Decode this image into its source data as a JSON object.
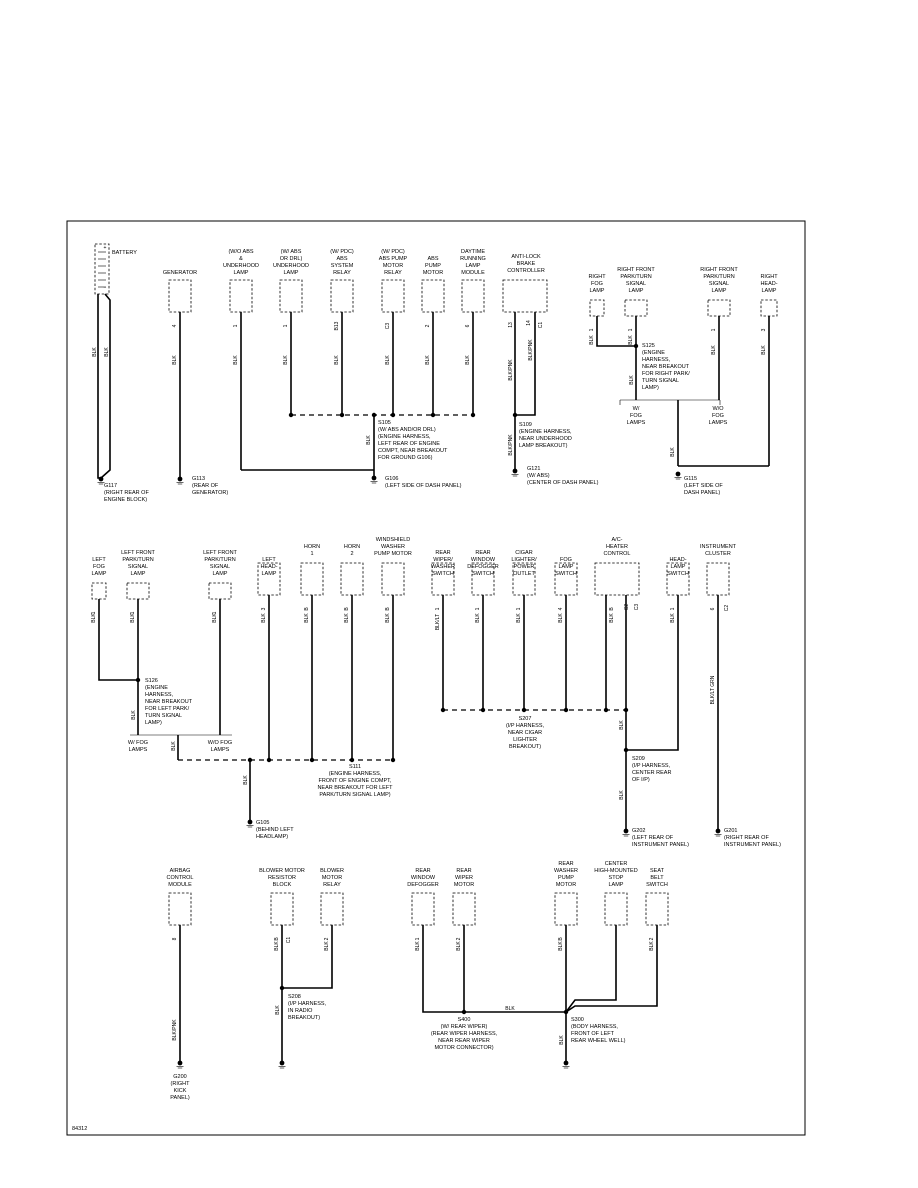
{
  "figure_id": "84312",
  "components": [
    {
      "id": "battery",
      "lines": [
        "BATTERY"
      ],
      "pin": "",
      "extra": "",
      "wire": "BLK"
    },
    {
      "id": "generator",
      "lines": [
        "GENERATOR"
      ],
      "pin": "4",
      "extra": "",
      "wire": "BLK"
    },
    {
      "id": "wo-abs-underhood",
      "lines": [
        "(W/O ABS",
        "&",
        "UNDERHOOD",
        "LAMP"
      ],
      "pin": "1",
      "extra": "",
      "wire": "BLK"
    },
    {
      "id": "w-abs-drl-underhood",
      "lines": [
        "(W/ ABS",
        "OR DRL)",
        "UNDERHOOD",
        "LAMP"
      ],
      "pin": "1",
      "extra": "",
      "wire": "BLK"
    },
    {
      "id": "abs-system-relay",
      "lines": [
        "(W/ PDC)",
        "ABS",
        "SYSTEM",
        "RELAY"
      ],
      "pin": "B13",
      "extra": "",
      "wire": "BLK"
    },
    {
      "id": "abs-pump-motor-relay",
      "lines": [
        "(W/ PDC)",
        "ABS PUMP",
        "MOTOR",
        "RELAY"
      ],
      "pin": "C3",
      "extra": "",
      "wire": "BLK"
    },
    {
      "id": "abs-pump-motor",
      "lines": [
        "ABS",
        "PUMP",
        "MOTOR"
      ],
      "pin": "2",
      "extra": "",
      "wire": "BLK"
    },
    {
      "id": "drl-module",
      "lines": [
        "DAYTIME",
        "RUNNING",
        "LAMP",
        "MODULE"
      ],
      "pin": "6",
      "extra": "",
      "wire": "BLK"
    },
    {
      "id": "anti-lock-brake-controller",
      "lines": [
        "ANTI-LOCK",
        "BRAKE",
        "CONTROLLER"
      ],
      "pin": "13",
      "extra": "14",
      "wire": "BLK/PNK",
      "extra_pin": "C1"
    },
    {
      "id": "right-fog-lamp",
      "lines": [
        "RIGHT",
        "FOG",
        "LAMP"
      ],
      "pin": "1",
      "extra": "",
      "wire": "BLK"
    },
    {
      "id": "right-front-park-turn-1",
      "lines": [
        "RIGHT FRONT",
        "PARK/TURN",
        "SIGNAL",
        "LAMP"
      ],
      "pin": "1",
      "extra": "",
      "wire": "BLK"
    },
    {
      "id": "right-front-park-turn-2",
      "lines": [
        "RIGHT FRONT",
        "PARK/TURN",
        "SIGNAL",
        "LAMP"
      ],
      "pin": "1",
      "extra": "",
      "wire": "BLK"
    },
    {
      "id": "right-headlamp",
      "lines": [
        "RIGHT",
        "HEAD-",
        "LAMP"
      ],
      "pin": "3",
      "extra": "",
      "wire": "BLK"
    },
    {
      "id": "left-fog-lamp",
      "lines": [
        "LEFT",
        "FOG",
        "LAMP"
      ],
      "pin": "1",
      "extra": "",
      "wire": "BLK"
    },
    {
      "id": "left-front-park-turn-1",
      "lines": [
        "LEFT FRONT",
        "PARK/TURN",
        "SIGNAL",
        "LAMP"
      ],
      "pin": "1",
      "extra": "",
      "wire": "BLK"
    },
    {
      "id": "left-front-park-turn-2",
      "lines": [
        "LEFT FRONT",
        "PARK/TURN",
        "SIGNAL",
        "LAMP"
      ],
      "pin": "1",
      "extra": "",
      "wire": "BLK"
    },
    {
      "id": "left-headlamp",
      "lines": [
        "LEFT",
        "HEAD-",
        "LAMP"
      ],
      "pin": "3",
      "extra": "",
      "wire": "BLK"
    },
    {
      "id": "horn-1",
      "lines": [
        "HORN",
        "1"
      ],
      "pin": "B",
      "extra": "",
      "wire": "BLK"
    },
    {
      "id": "horn-2",
      "lines": [
        "HORN",
        "2"
      ],
      "pin": "B",
      "extra": "",
      "wire": "BLK"
    },
    {
      "id": "washer-pump-motor",
      "lines": [
        "WINDSHIELD",
        "WASHER",
        "PUMP MOTOR"
      ],
      "pin": "B",
      "extra": "",
      "wire": "BLK"
    },
    {
      "id": "rear-wiper-washer-switch",
      "lines": [
        "REAR",
        "WIPER/",
        "WASHER",
        "SWITCH"
      ],
      "pin": "1",
      "extra": "",
      "wire": "BLK/LT"
    },
    {
      "id": "rear-window-defogger-switch",
      "lines": [
        "REAR",
        "WINDOW",
        "DEFOGGER",
        "SWITCH"
      ],
      "pin": "1",
      "extra": "",
      "wire": "BLK"
    },
    {
      "id": "cigar-lighter",
      "lines": [
        "CIGAR",
        "LIGHTER/",
        "POWER",
        "OUTLET"
      ],
      "pin": "1",
      "extra": "",
      "wire": "BLK"
    },
    {
      "id": "fog-lamp-switch",
      "lines": [
        "FOG",
        "LAMP",
        "SWITCH"
      ],
      "pin": "4",
      "extra": "",
      "wire": "BLK"
    },
    {
      "id": "ac-heater-control",
      "lines": [
        "A/C-",
        "HEATER",
        "CONTROL"
      ],
      "pin": "B",
      "extra": "",
      "wire": "BLK"
    },
    {
      "id": "headlamp-switch",
      "lines": [
        "HEAD-",
        "LAMP",
        "SWITCH"
      ],
      "pin": "1",
      "extra": "",
      "wire": "BLK"
    },
    {
      "id": "instrument-cluster",
      "lines": [
        "INSTRUMENT",
        "CLUSTER"
      ],
      "pin": "6",
      "extra": "",
      "wire": "BLK/LT GRN",
      "extra_pin": "C2"
    },
    {
      "id": "airbag-control-module",
      "lines": [
        "AIRBAG",
        "CONTROL",
        "MODULE"
      ],
      "pin": "8",
      "extra": "",
      "wire": "BLK/PNK"
    },
    {
      "id": "blower-motor-resistor",
      "lines": [
        "BLOWER MOTOR",
        "RESISTOR",
        "BLOCK"
      ],
      "pin": "B",
      "extra": "",
      "wire": "BLK",
      "extra_pin": "C1"
    },
    {
      "id": "blower-motor-relay",
      "lines": [
        "BLOWER",
        "MOTOR",
        "RELAY"
      ],
      "pin": "2",
      "extra": "",
      "wire": "BLK"
    },
    {
      "id": "rear-window-defogger",
      "lines": [
        "REAR",
        "WINDOW",
        "DEFOGGER"
      ],
      "pin": "1",
      "extra": "",
      "wire": "BLK"
    },
    {
      "id": "rear-wiper-motor",
      "lines": [
        "REAR",
        "WIPER",
        "MOTOR"
      ],
      "pin": "2",
      "extra": "",
      "wire": "BLK"
    },
    {
      "id": "rear-washer-pump-motor",
      "lines": [
        "REAR",
        "WASHER",
        "PUMP",
        "MOTOR"
      ],
      "pin": "B",
      "extra": "",
      "wire": "BLK"
    },
    {
      "id": "chmsl",
      "lines": [
        "CENTER",
        "HIGH-MOUNTED",
        "STOP",
        "LAMP"
      ],
      "pin": "",
      "extra": "",
      "wire": ""
    },
    {
      "id": "seat-belt-switch",
      "lines": [
        "SEAT",
        "BELT",
        "SWITCH"
      ],
      "pin": "2",
      "extra": "",
      "wire": "BLK"
    }
  ],
  "splices": {
    "s125": [
      "S125",
      "(ENGINE",
      "HARNESS,",
      "NEAR BREAKOUT",
      "FOR RIGHT PARK/",
      "TURN SIGNAL",
      "LAMP)"
    ],
    "s105": [
      "S105",
      "(W/ ABS AND/OR DRL)",
      "(ENGINE HARNESS,",
      "LEFT REAR OF ENGINE",
      "COMPT, NEAR BREAKOUT",
      "FOR GROUND G106)"
    ],
    "s109": [
      "S109",
      "(ENGINE HARNESS,",
      "NEAR UNDERHOOD",
      "LAMP BREAKOUT)"
    ],
    "s126": [
      "S126",
      "(ENGINE",
      "HARNESS,",
      "NEAR BREAKOUT",
      "FOR LEFT PARK/",
      "TURN SIGNAL",
      "LAMP)"
    ],
    "s111": [
      "S111",
      "(ENGINE HARNESS,",
      "FRONT OF ENGINE COMPT,",
      "NEAR BREAKOUT FOR LEFT",
      "PARK/TURN SIGNAL LAMP)"
    ],
    "s207": [
      "S207",
      "(I/P HARNESS,",
      "NEAR CIGAR",
      "LIGHTER",
      "BREAKOUT)"
    ],
    "s209": [
      "S209",
      "(I/P HARNESS,",
      "CENTER REAR",
      "OF I/P)"
    ],
    "s208": [
      "S208",
      "(I/P HARNESS,",
      "IN RADIO",
      "BREAKOUT)"
    ],
    "s400": [
      "S400",
      "(W/ REAR WIPER)",
      "(REAR WIPER HARNESS,",
      "NEAR REAR WIPER",
      "MOTOR CONNECTOR)"
    ],
    "s300": [
      "S300",
      "(BODY HARNESS,",
      "FRONT OF LEFT",
      "REAR WHEEL WELL)"
    ]
  },
  "grounds": {
    "g117": [
      "G117",
      "(RIGHT REAR OF",
      "ENGINE BLOCK)"
    ],
    "g113": [
      "G113",
      "(REAR OF",
      "GENERATOR)"
    ],
    "g106": [
      "G106",
      "(LEFT SIDE OF DASH PANEL)"
    ],
    "g121": [
      "G121",
      "(W/ ABS)",
      "(CENTER OF DASH PANEL)"
    ],
    "g115": [
      "G115",
      "(LEFT SIDE OF",
      "DASH PANEL)"
    ],
    "g105": [
      "G105",
      "(BEHIND LEFT",
      "HEADLAMP)"
    ],
    "g202": [
      "G202",
      "(LEFT REAR OF",
      "INSTRUMENT PANEL)"
    ],
    "g201": [
      "G201",
      "(RIGHT REAR OF",
      "INSTRUMENT PANEL)"
    ],
    "g200": [
      "G200",
      "(RIGHT",
      "KICK",
      "PANEL)"
    ]
  },
  "notes": {
    "wo_fog_r": [
      "W/O",
      "FOG",
      "LAMPS"
    ],
    "w_fog_r": [
      "W/",
      "FOG",
      "LAMPS"
    ],
    "w_fog_l": "W/ FOG",
    "w_fog_l2": "LAMPS",
    "wo_fog_l": "W/O FOG",
    "wo_fog_l2": "LAMPS"
  },
  "wire_labels": {
    "blk": "BLK",
    "blk_pnk": "BLK/PNK",
    "blk_lt_grn": "BLK/LT GRN",
    "blk_lt": "BLK/LT"
  }
}
